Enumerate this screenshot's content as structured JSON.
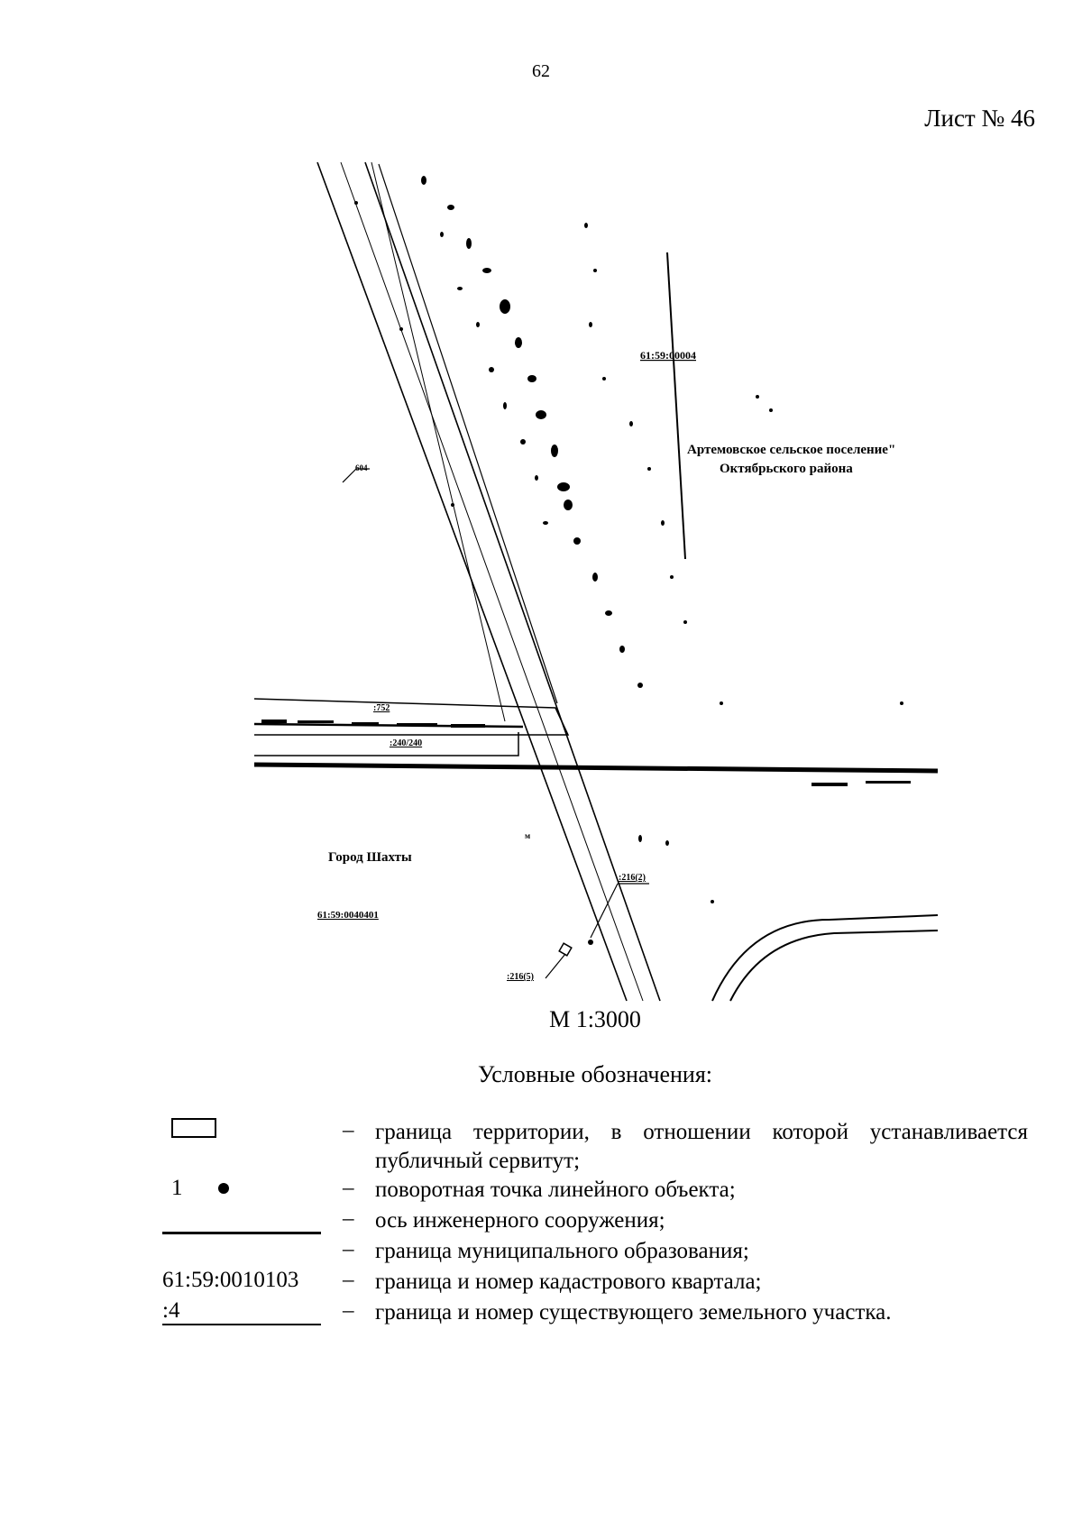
{
  "page_number": "62",
  "sheet_label": "Лист № 46",
  "map": {
    "labels": {
      "parcel_top": "61:59:00004",
      "settlement_line1": "Артемовское сельское поселение\"",
      "settlement_line2": "Октябрьского района",
      "label_604": "604",
      "label_752": ":752",
      "label_240": ":240/240",
      "city": "Город Шахты",
      "kvartal": "61:59:0040401",
      "label_216_2": ":216(2)",
      "label_216_5": ":216(5)",
      "label_m": "м"
    }
  },
  "scale": "М 1:3000",
  "legend": {
    "title": "Условные обозначения:",
    "dash": "–",
    "items": [
      {
        "symbol": "rectangle",
        "text": "граница территории, в отношении которой устанавливается публичный сервитут;"
      },
      {
        "symbol": "point",
        "point_number": "1",
        "text": "поворотная точка линейного объекта;"
      },
      {
        "symbol": "none",
        "text": "ось инженерного сооружения;"
      },
      {
        "symbol": "line",
        "text": "граница муниципального образования;"
      },
      {
        "symbol": "kvartal",
        "symbol_text": "61:59:0010103",
        "text": "граница и номер кадастрового квартала;"
      },
      {
        "symbol": "uchastok",
        "symbol_text": ":4",
        "text": "граница и номер существующего земельного участка."
      }
    ]
  }
}
